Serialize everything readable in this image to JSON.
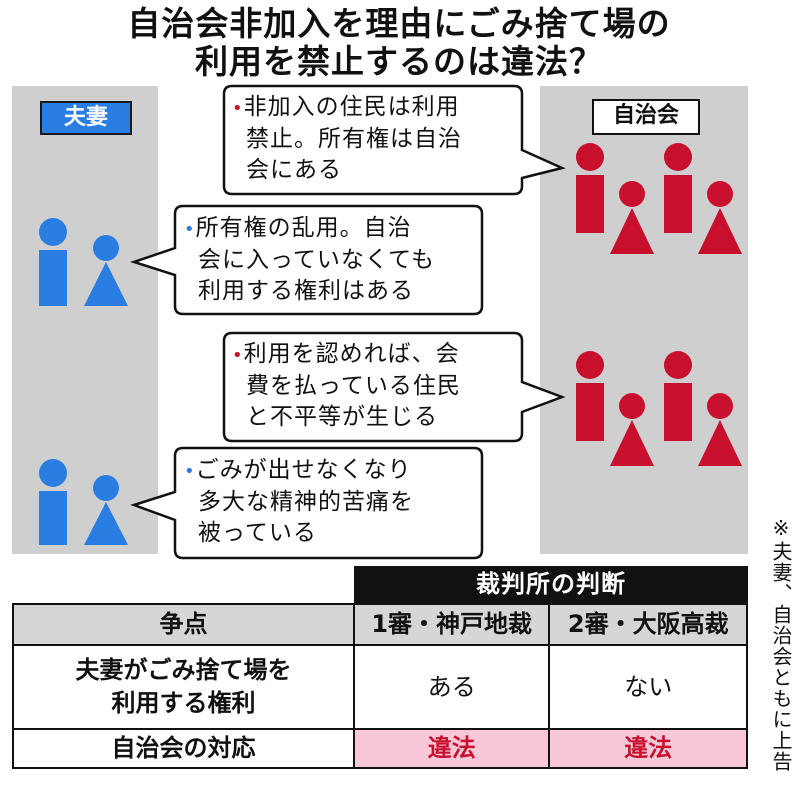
{
  "title": {
    "line1": "自治会非加入を理由にごみ捨て場の",
    "line2": "利用を禁止するのは違法？"
  },
  "labels": {
    "couple": "夫妻",
    "association": "自治会"
  },
  "bubbles": [
    {
      "side": "association",
      "bullet": "•",
      "lines": [
        "非加入の住民は利用",
        "禁止。所有権は自治",
        "会にある"
      ]
    },
    {
      "side": "couple",
      "bullet": "•",
      "lines": [
        "所有権の乱用。自治",
        "会に入っていなくても",
        "利用する権利はある"
      ]
    },
    {
      "side": "association",
      "bullet": "•",
      "lines": [
        "利用を認めれば、会",
        "費を払っている住民",
        "と不平等が生じる"
      ]
    },
    {
      "side": "couple",
      "bullet": "•",
      "lines": [
        "ごみが出せなくなり",
        "多大な精神的苦痛を",
        "被っている"
      ]
    }
  ],
  "colors": {
    "couple": "#2a7de1",
    "association": "#c8102e",
    "panel": "#cfcfcf",
    "illegal_bg": "#f8c8d8"
  },
  "table": {
    "court_header": "裁判所の判断",
    "columns": [
      "争点",
      "1審・神戸地裁",
      "2審・大阪高裁"
    ],
    "rows": [
      {
        "issue": "夫妻がごみ捨て場を\n利用する権利",
        "first": "ある",
        "second": "ない"
      },
      {
        "issue": "自治会の対応",
        "first": "違法",
        "second": "違法"
      }
    ]
  },
  "note": "※夫妻、自治会ともに上告"
}
